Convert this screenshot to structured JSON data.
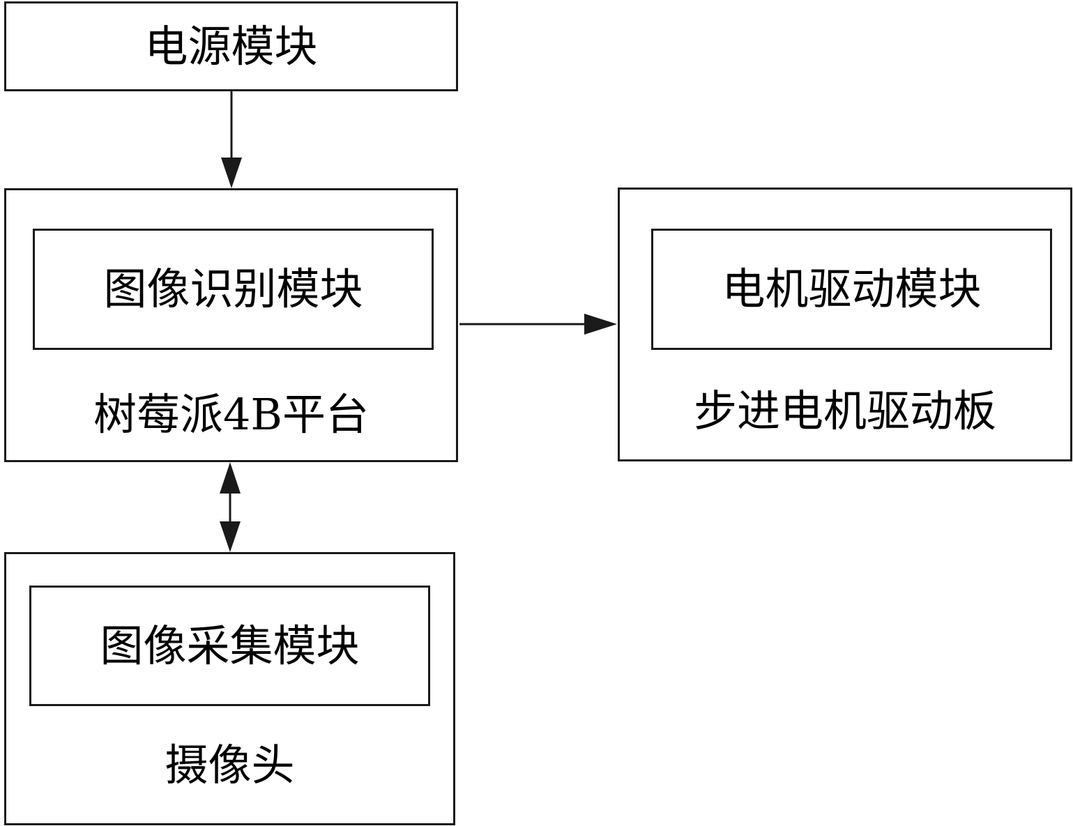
{
  "blocks": {
    "power": {
      "label": "电源模块"
    },
    "raspberry_pi": {
      "label": "树莓派4B平台",
      "inner_label": "图像识别模块"
    },
    "stepper_driver": {
      "label": "步进电机驱动板",
      "inner_label": "电机驱动模块"
    },
    "camera": {
      "label": "摄像头",
      "inner_label": "图像采集模块"
    }
  },
  "connections": [
    {
      "from": "power",
      "to": "raspberry_pi",
      "direction": "one-way"
    },
    {
      "from": "raspberry_pi",
      "to": "stepper_driver",
      "direction": "one-way"
    },
    {
      "from": "raspberry_pi",
      "to": "camera",
      "direction": "two-way"
    }
  ],
  "colors": {
    "stroke": "#1a1a1a",
    "text": "#000000",
    "background": "#ffffff"
  }
}
